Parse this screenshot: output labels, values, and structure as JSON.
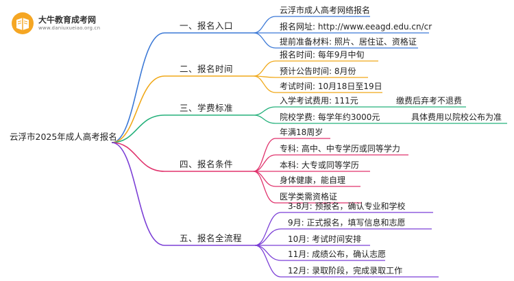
{
  "logo": {
    "title": "大牛教育成考网",
    "url": "www.daniuxueiao.org.cn"
  },
  "root": "云浮市2025年成人高考报名",
  "branches": [
    {
      "label": "一、报名入口",
      "color": "#3a78d6",
      "leaves": [
        "云浮市成人高考网络报名",
        "报名网址: http://www.eeagd.edu.cn/cr",
        "提前准备材料: 照片、居住证、资格证"
      ]
    },
    {
      "label": "二、报名时间",
      "color": "#f0a818",
      "leaves": [
        "报名时间: 每年9月中旬",
        "预计公告时间: 8月份",
        "考试时间: 10月18日至19日"
      ]
    },
    {
      "label": "三、学费标准",
      "color": "#23b07a",
      "leaves": [
        "入学考试费用: 111元",
        "院校学费: 每学年约3000元"
      ],
      "notes": [
        "缴费后弃考不退费",
        "具体费用以院校公布为准"
      ]
    },
    {
      "label": "四、报名条件",
      "color": "#e0326c",
      "leaves": [
        "年满18周岁",
        "专科: 高中、中专学历或同等学力",
        "本科: 大专或同等学历",
        "身体健康，能自理",
        "医学类需资格证"
      ]
    },
    {
      "label": "五、报名全流程",
      "color": "#7b3fd6",
      "leaves": [
        "3-8月: 预报名，确认专业和学校",
        "9月: 正式报名，填写信息和志愿",
        "10月: 考试时间安排",
        "11月: 成绩公布，确认志愿",
        "12月: 录取阶段，完成录取工作"
      ]
    }
  ]
}
